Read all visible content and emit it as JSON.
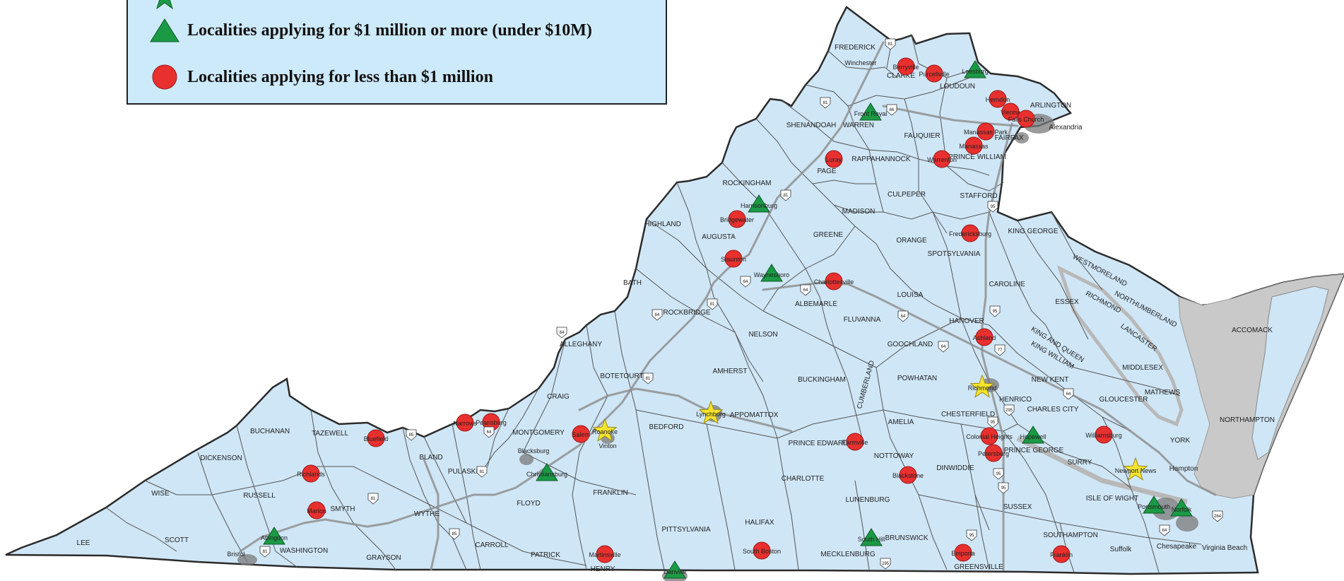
{
  "legend": {
    "items": [
      {
        "symbol": "green-triangle",
        "label": "Localities applying for $1 million or more (under $10M)"
      },
      {
        "symbol": "red-circle",
        "label": "Localities applying for less than $1 million"
      }
    ]
  },
  "colors": {
    "state_fill": "#cfe6f6",
    "border": "#2b2b2b",
    "county_line": "#555555",
    "road": "#8f8f8f",
    "water_gray": "#c9c9c9",
    "legend_bg": "#cdeafb",
    "circle": "#e8302e",
    "triangle": "#1b9a45",
    "star": "#f5e330",
    "urban": "#7a7a7a"
  },
  "map": {
    "counties": [
      {
        "id": "frederick",
        "name": "FREDERICK"
      },
      {
        "id": "clarke",
        "name": "CLARKE"
      },
      {
        "id": "loudoun",
        "name": "LOUDOUN"
      },
      {
        "id": "arlington",
        "name": "ARLINGTON"
      },
      {
        "id": "alexandria",
        "name": "Alexandria"
      },
      {
        "id": "shenandoah",
        "name": "SHENANDOAH"
      },
      {
        "id": "warren",
        "name": "WARREN"
      },
      {
        "id": "fauquier",
        "name": "FAUQUIER"
      },
      {
        "id": "fairfax",
        "name": "FAIRFAX"
      },
      {
        "id": "pr-william",
        "name": "PRINCE WILLIAM"
      },
      {
        "id": "rappahannock",
        "name": "RAPPAHANNOCK"
      },
      {
        "id": "page",
        "name": "PAGE"
      },
      {
        "id": "rockingham",
        "name": "ROCKINGHAM"
      },
      {
        "id": "culpeper",
        "name": "CULPEPER"
      },
      {
        "id": "stafford",
        "name": "STAFFORD"
      },
      {
        "id": "madison",
        "name": "MADISON"
      },
      {
        "id": "greene",
        "name": "GREENE"
      },
      {
        "id": "orange",
        "name": "ORANGE"
      },
      {
        "id": "highland",
        "name": "HIGHLAND"
      },
      {
        "id": "augusta",
        "name": "AUGUSTA"
      },
      {
        "id": "spotsylvania",
        "name": "SPOTSYLVANIA"
      },
      {
        "id": "king-george",
        "name": "KING GEORGE"
      },
      {
        "id": "bath",
        "name": "BATH"
      },
      {
        "id": "caroline",
        "name": "CAROLINE"
      },
      {
        "id": "westmoreland",
        "name": "WESTMORELAND"
      },
      {
        "id": "albemarle",
        "name": "ALBEMARLE"
      },
      {
        "id": "louisa",
        "name": "LOUISA"
      },
      {
        "id": "essex",
        "name": "ESSEX"
      },
      {
        "id": "richmond-co",
        "name": "RICHMOND"
      },
      {
        "id": "northumberland",
        "name": "NORTHUMBERLAND"
      },
      {
        "id": "accomack",
        "name": "ACCOMACK"
      },
      {
        "id": "rockbridge",
        "name": "ROCKBRIDGE"
      },
      {
        "id": "nelson",
        "name": "NELSON"
      },
      {
        "id": "fluvanna",
        "name": "FLUVANNA"
      },
      {
        "id": "hanover",
        "name": "HANOVER"
      },
      {
        "id": "king-queen",
        "name": "KING AND QUEEN"
      },
      {
        "id": "lancaster",
        "name": "LANCASTER"
      },
      {
        "id": "alleghany",
        "name": "ALLEGHANY"
      },
      {
        "id": "goochland",
        "name": "GOOCHLAND"
      },
      {
        "id": "king-william",
        "name": "KING WILLIAM"
      },
      {
        "id": "middlesex",
        "name": "MIDDLESEX"
      },
      {
        "id": "botetourt",
        "name": "BOTETOURT"
      },
      {
        "id": "amherst",
        "name": "AMHERST"
      },
      {
        "id": "buckingham",
        "name": "BUCKINGHAM"
      },
      {
        "id": "cumberland",
        "name": "CUMBERLAND"
      },
      {
        "id": "powhatan",
        "name": "POWHATAN"
      },
      {
        "id": "new-kent",
        "name": "NEW KENT"
      },
      {
        "id": "mathews",
        "name": "MATHEWS"
      },
      {
        "id": "craig",
        "name": "CRAIG"
      },
      {
        "id": "gloucester",
        "name": "GLOUCESTER"
      },
      {
        "id": "charles-city",
        "name": "CHARLES CITY"
      },
      {
        "id": "northampton",
        "name": "NORTHAMPTON"
      },
      {
        "id": "appomattox",
        "name": "APPOMATTOX"
      },
      {
        "id": "chesterfield",
        "name": "CHESTERFIELD"
      },
      {
        "id": "buchanan",
        "name": "BUCHANAN"
      },
      {
        "id": "bedford",
        "name": "BEDFORD"
      },
      {
        "id": "montgomery",
        "name": "MONTGOMERY"
      },
      {
        "id": "amelia",
        "name": "AMELIA"
      },
      {
        "id": "henrico",
        "name": "HENRICO"
      },
      {
        "id": "prince-edward",
        "name": "PRINCE EDWARD"
      },
      {
        "id": "york",
        "name": "YORK"
      },
      {
        "id": "dickenson",
        "name": "DICKENSON"
      },
      {
        "id": "tazewell",
        "name": "TAZEWELL"
      },
      {
        "id": "bland",
        "name": "BLAND"
      },
      {
        "id": "nottoway",
        "name": "NOTTOWAY"
      },
      {
        "id": "prince-george",
        "name": "PRINCE GEORGE"
      },
      {
        "id": "dinwiddie",
        "name": "DINWIDDIE"
      },
      {
        "id": "surry",
        "name": "SURRY"
      },
      {
        "id": "pulaski",
        "name": "PULASKI"
      },
      {
        "id": "charlotte",
        "name": "CHARLOTTE"
      },
      {
        "id": "wise",
        "name": "WISE"
      },
      {
        "id": "russell",
        "name": "RUSSELL"
      },
      {
        "id": "wythe",
        "name": "WYTHE"
      },
      {
        "id": "floyd",
        "name": "FLOYD"
      },
      {
        "id": "franklin",
        "name": "FRANKLIN"
      },
      {
        "id": "lunenburg",
        "name": "LUNENBURG"
      },
      {
        "id": "sussex",
        "name": "SUSSEX"
      },
      {
        "id": "isle-wight",
        "name": "ISLE OF WIGHT"
      },
      {
        "id": "hampton",
        "name": "Hampton"
      },
      {
        "id": "smyth",
        "name": "SMYTH"
      },
      {
        "id": "scott",
        "name": "SCOTT"
      },
      {
        "id": "lee",
        "name": "LEE"
      },
      {
        "id": "washington",
        "name": "WASHINGTON"
      },
      {
        "id": "pittsylvania",
        "name": "PITTSYLVANIA"
      },
      {
        "id": "halifax",
        "name": "HALIFAX"
      },
      {
        "id": "mecklenburg",
        "name": "MECKLENBURG"
      },
      {
        "id": "brunswick",
        "name": "BRUNSWICK"
      },
      {
        "id": "southampton",
        "name": "SOUTHAMPTON"
      },
      {
        "id": "grayson",
        "name": "GRAYSON"
      },
      {
        "id": "carroll",
        "name": "CARROLL"
      },
      {
        "id": "patrick",
        "name": "PATRICK"
      },
      {
        "id": "henry",
        "name": "HENRY"
      },
      {
        "id": "greensville",
        "name": "GREENSVILLE"
      },
      {
        "id": "suffolk",
        "name": "Suffolk"
      },
      {
        "id": "chesapeake",
        "name": "Chesapeake"
      },
      {
        "id": "virginia-beach",
        "name": "Virginia Beach"
      }
    ],
    "localities": [
      {
        "id": "winchester",
        "name": "Winchester",
        "marker": "none"
      },
      {
        "id": "berryville",
        "name": "Berryville",
        "marker": "circle"
      },
      {
        "id": "purcellville",
        "name": "Purcellville",
        "marker": "circle"
      },
      {
        "id": "leesburg",
        "name": "Leesburg",
        "marker": "triangle"
      },
      {
        "id": "herndon",
        "name": "Herndon",
        "marker": "circle"
      },
      {
        "id": "vienna",
        "name": "Vienna",
        "marker": "circle"
      },
      {
        "id": "falls-church",
        "name": "Falls Church",
        "marker": "circle"
      },
      {
        "id": "front-royal",
        "name": "Front Royal",
        "marker": "triangle"
      },
      {
        "id": "manassas",
        "name": "Manassas",
        "marker": "circle"
      },
      {
        "id": "manassas-park",
        "name": "Manassas Park",
        "marker": "circle"
      },
      {
        "id": "luray",
        "name": "Luray",
        "marker": "circle"
      },
      {
        "id": "warrenton",
        "name": "Warrenton",
        "marker": "circle"
      },
      {
        "id": "harrisonburg",
        "name": "Harrisonburg",
        "marker": "triangle"
      },
      {
        "id": "bridgewater",
        "name": "Bridgewater",
        "marker": "circle"
      },
      {
        "id": "fredericksburg",
        "name": "Fredericksburg",
        "marker": "circle"
      },
      {
        "id": "staunton",
        "name": "Staunton",
        "marker": "circle"
      },
      {
        "id": "waynesboro",
        "name": "Waynesboro",
        "marker": "triangle"
      },
      {
        "id": "charlottesville",
        "name": "Charlottesville",
        "marker": "circle"
      },
      {
        "id": "ashland",
        "name": "Ashland",
        "marker": "circle"
      },
      {
        "id": "richmond",
        "name": "Richmond",
        "marker": "star"
      },
      {
        "id": "lynchburg",
        "name": "Lynchburg",
        "marker": "star"
      },
      {
        "id": "roanoke",
        "name": "Roanoke",
        "marker": "star"
      },
      {
        "id": "salem",
        "name": "Salem",
        "marker": "circle"
      },
      {
        "id": "vinton",
        "name": "Vinton",
        "marker": "none"
      },
      {
        "id": "narrows",
        "name": "Narrows",
        "marker": "circle"
      },
      {
        "id": "pearisburg",
        "name": "Pearisburg",
        "marker": "circle"
      },
      {
        "id": "blacksburg",
        "name": "Blacksburg",
        "marker": "none"
      },
      {
        "id": "christiansburg",
        "name": "Christiansburg",
        "marker": "triangle"
      },
      {
        "id": "farmville",
        "name": "Farmville",
        "marker": "circle"
      },
      {
        "id": "colonial-heights",
        "name": "Colonial Heights",
        "marker": "circle"
      },
      {
        "id": "petersburg",
        "name": "Petersburg",
        "marker": "circle"
      },
      {
        "id": "hopewell",
        "name": "Hopewell",
        "marker": "triangle"
      },
      {
        "id": "williamsburg",
        "name": "Williamsburg",
        "marker": "circle"
      },
      {
        "id": "newport-news",
        "name": "Newport News",
        "marker": "star"
      },
      {
        "id": "richlands",
        "name": "Richlands",
        "marker": "circle"
      },
      {
        "id": "bluefield",
        "name": "Bluefield",
        "marker": "circle"
      },
      {
        "id": "blackstone",
        "name": "Blackstone",
        "marker": "circle"
      },
      {
        "id": "marion",
        "name": "Marion",
        "marker": "circle"
      },
      {
        "id": "abingdon",
        "name": "Abingdon",
        "marker": "triangle"
      },
      {
        "id": "bristol",
        "name": "Bristol",
        "marker": "none"
      },
      {
        "id": "martinsville",
        "name": "Martinsville",
        "marker": "circle"
      },
      {
        "id": "danville",
        "name": "Danville",
        "marker": "triangle"
      },
      {
        "id": "south-boston",
        "name": "South Boston",
        "marker": "circle"
      },
      {
        "id": "south-hill",
        "name": "South Hill",
        "marker": "triangle"
      },
      {
        "id": "emporia",
        "name": "Emporia",
        "marker": "circle"
      },
      {
        "id": "franklin-city",
        "name": "Franklin",
        "marker": "circle"
      },
      {
        "id": "portsmouth",
        "name": "Portsmouth",
        "marker": "triangle"
      },
      {
        "id": "norfolk",
        "name": "Norfolk",
        "marker": "triangle"
      }
    ],
    "route_shields": [
      "81",
      "66",
      "95",
      "64",
      "77",
      "85",
      "295",
      "264"
    ]
  }
}
